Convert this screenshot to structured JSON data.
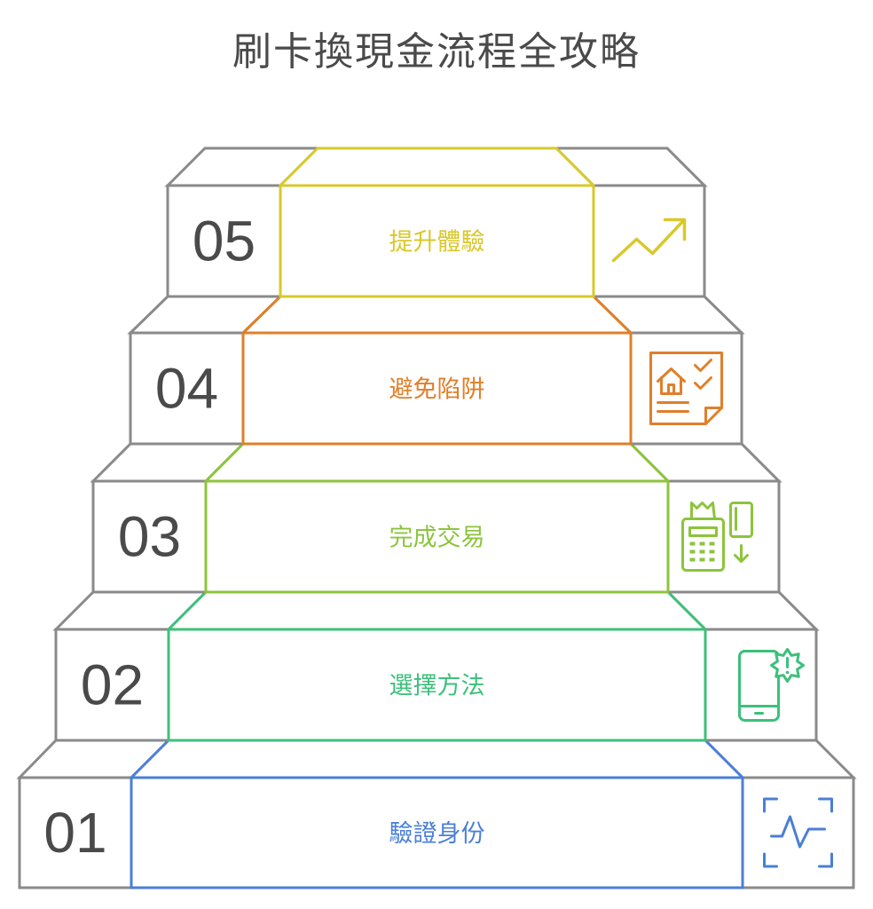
{
  "title": "刷卡換現金流程全攻略",
  "steps": [
    {
      "number": "01",
      "label": "驗證身份",
      "color": "#4a7fd6",
      "icon": "scan-pulse-icon"
    },
    {
      "number": "02",
      "label": "選擇方法",
      "color": "#3cc07a",
      "icon": "phone-alert-icon"
    },
    {
      "number": "03",
      "label": "完成交易",
      "color": "#8cc43c",
      "icon": "card-terminal-icon"
    },
    {
      "number": "04",
      "label": "避免陷阱",
      "color": "#e07f2a",
      "icon": "checklist-home-icon"
    },
    {
      "number": "05",
      "label": "提升體驗",
      "color": "#d9c82a",
      "icon": "trend-up-icon"
    }
  ],
  "grey": "#8a8a8a"
}
